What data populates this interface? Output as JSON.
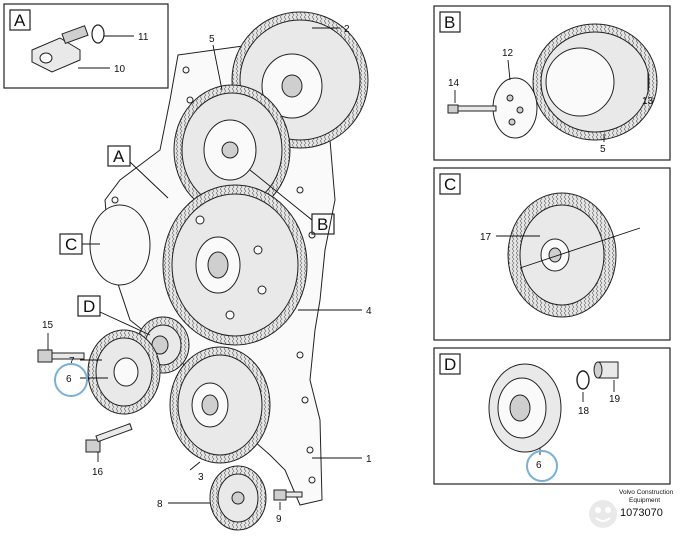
{
  "part_labels": {
    "p1": "1",
    "p2": "2",
    "p3": "3",
    "p4": "4",
    "p5": "5",
    "p6": "6",
    "p7": "7",
    "p8": "8",
    "p9": "9",
    "p10": "10",
    "p11": "11",
    "p12": "12",
    "p13": "13",
    "p14": "14",
    "p15": "15",
    "p16": "16",
    "p17": "17",
    "p18": "18",
    "p19": "19",
    "b5": "5",
    "d6": "6"
  },
  "detail_letters": {
    "a_box": "A",
    "b_box": "B",
    "c_box": "C",
    "d_box": "D",
    "a_call": "A",
    "b_call": "B",
    "c_call": "C",
    "d_call": "D"
  },
  "footer": {
    "brand_line1": "Volvo Construction",
    "brand_line2": "Equipment",
    "drawing_number": "1073070"
  },
  "colors": {
    "ink": "#111111",
    "highlight_circle": "#7ab0d8",
    "watermark": "#d8d8d8"
  }
}
